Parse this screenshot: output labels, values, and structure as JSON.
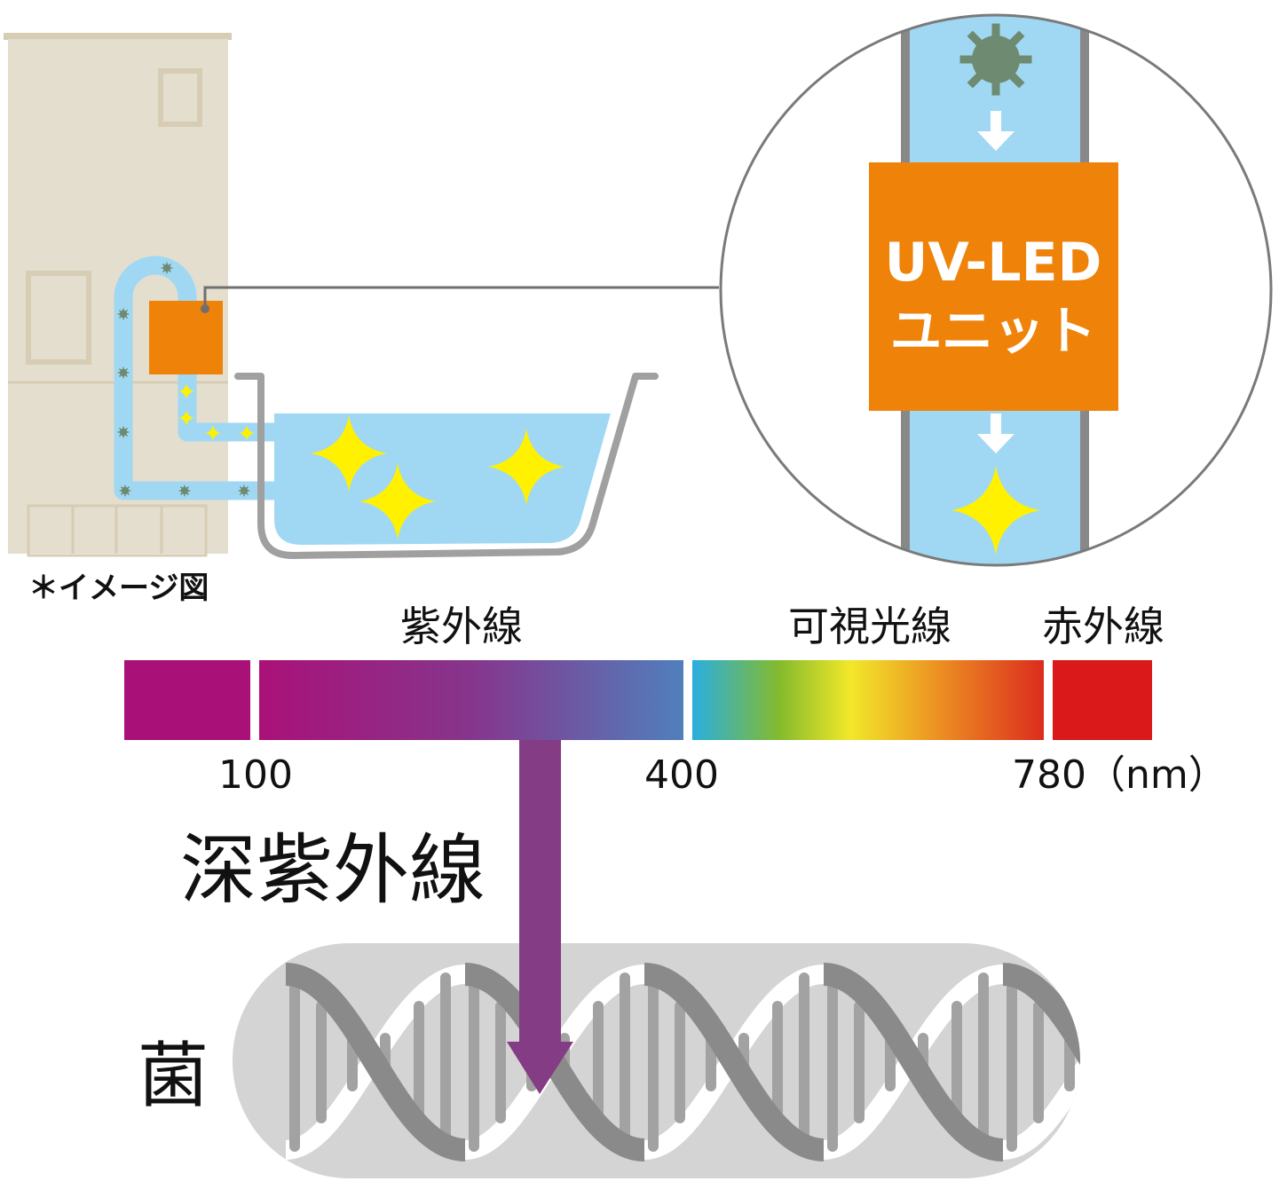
{
  "caption": "＊イメージ図",
  "unit_label": {
    "line1": "UV-LED",
    "line2": "ユニット"
  },
  "spectrum": {
    "bands": [
      {
        "label": "紫外線"
      },
      {
        "label": "可視光線"
      },
      {
        "label": "赤外線"
      }
    ],
    "ticks": [
      "100",
      "400",
      "780（nm）"
    ]
  },
  "deep_uv_label": "深紫外線",
  "bacteria_label": "菌",
  "colors": {
    "building": "#e4dece",
    "building_trim": "#d7ccb4",
    "water": "#a0d8f3",
    "germ": "#6e8a70",
    "sparkle": "#fff100",
    "unit_orange": "#ef8208",
    "tub_gray": "#a0a0a0",
    "lens_gray": "#7a7a7a",
    "arrow_purple": "#843c84",
    "bacteria_body": "#d4d4d4",
    "dna_strand": "#8a8a8a",
    "dna_rung": "#a2a2a2"
  }
}
